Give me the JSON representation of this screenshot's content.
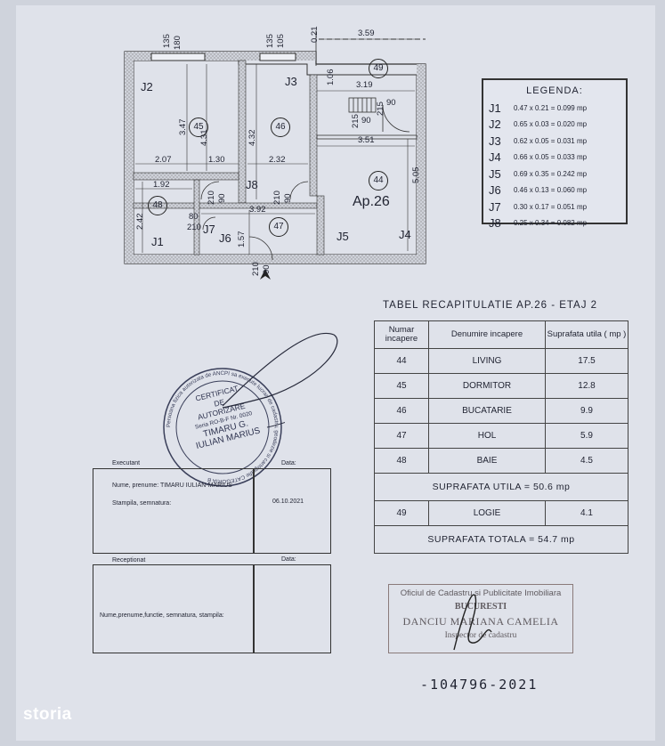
{
  "plan": {
    "rooms": {
      "j2": "J2",
      "j3": "J3",
      "j8": "J8",
      "j7": "J7",
      "j6": "J6",
      "j1": "J1",
      "j5": "J5",
      "j4": "J4",
      "ap": "Ap.26"
    },
    "circles": {
      "c45": "45",
      "c46": "46",
      "c44": "44",
      "c47": "47",
      "c48": "48",
      "c49": "49"
    },
    "dims": {
      "d359": "3.59",
      "d319": "3.19",
      "d351": "3.51",
      "d207": "2.07",
      "d130": "1.30",
      "d232": "2.32",
      "d192": "1.92",
      "d392": "3.92",
      "d242": "2.42",
      "d347": "3.47",
      "d431": "4.31",
      "d432": "4.32",
      "d505": "5.05",
      "d106": "1.06",
      "d021": "0.21",
      "d157": "1.57",
      "d135a": "135",
      "d180": "180",
      "d135b": "135",
      "d105": "105",
      "d215a": "215",
      "d215b": "215",
      "d90a": "90",
      "d90b": "90",
      "d210": "210",
      "d80": "80",
      "d210b": "210",
      "d90c": "90",
      "d210c": "210",
      "d90d": "90",
      "d210d": "210",
      "d90e": "90"
    }
  },
  "legend": {
    "title": "LEGENDA:",
    "items": [
      {
        "k": "J1",
        "v": "0.47 x 0.21 = 0.099 mp"
      },
      {
        "k": "J2",
        "v": "0.65 x 0.03 = 0.020 mp"
      },
      {
        "k": "J3",
        "v": "0.62 x 0.05 = 0.031 mp"
      },
      {
        "k": "J4",
        "v": "0.66 x 0.05 = 0.033 mp"
      },
      {
        "k": "J5",
        "v": "0.69 x 0.35 = 0.242 mp"
      },
      {
        "k": "J6",
        "v": "0.46 x 0.13 = 0.060 mp"
      },
      {
        "k": "J7",
        "v": "0.30 x 0.17 = 0.051 mp"
      },
      {
        "k": "J8",
        "v": "0.25 x 0.34 = 0.082 mp"
      }
    ]
  },
  "summary": {
    "title": "TABEL RECAPITULATIE AP.26 - ETAJ 2",
    "head": [
      "Numar incapere",
      "Denumire incapere",
      "Suprafata utila ( mp )"
    ],
    "rows": [
      [
        "44",
        "LIVING",
        "17.5"
      ],
      [
        "45",
        "DORMITOR",
        "12.8"
      ],
      [
        "46",
        "BUCATARIE",
        "9.9"
      ],
      [
        "47",
        "HOL",
        "5.9"
      ],
      [
        "48",
        "BAIE",
        "4.5"
      ]
    ],
    "utila": "SUPRAFATA UTILA = 50.6 mp",
    "logie": [
      "49",
      "LOGIE",
      "4.1"
    ],
    "totala": "SUPRAFATA TOTALA = 54.7 mp"
  },
  "executant": {
    "label": "Executant",
    "data_label": "Data:",
    "name": "Nume, prenume: TIMARU IULIAN-MARIUS",
    "stamp_label": "Stampila, semnatura:",
    "date": "06.10.2021",
    "receptionat": "Receptionat",
    "data_label2": "Data:",
    "recept_fields": "Nume,prenume,functie, semnatura, stampila:"
  },
  "stamp": {
    "line1": "CERTIFICAT",
    "line2": "DE",
    "line3": "AUTORIZARE",
    "line4": "Seria RO-B-F Nr. 0020",
    "line5": "TIMARU G.",
    "line6": "IULIAN MARIUS",
    "ring": "Persoana fizica autorizata de ANCPI sa execute lucrari de cadastru, geodezie si cartografie CATEGORIA B"
  },
  "oficiu": {
    "l1": "Oficiul de Cadastru si Publicitate Imobiliara",
    "l2": "BUCURESTI",
    "l3": "DANCIU MARIANA CAMELIA",
    "l4": "Inspector de cadastru"
  },
  "regno": "-104796-2021",
  "logo": "storia"
}
